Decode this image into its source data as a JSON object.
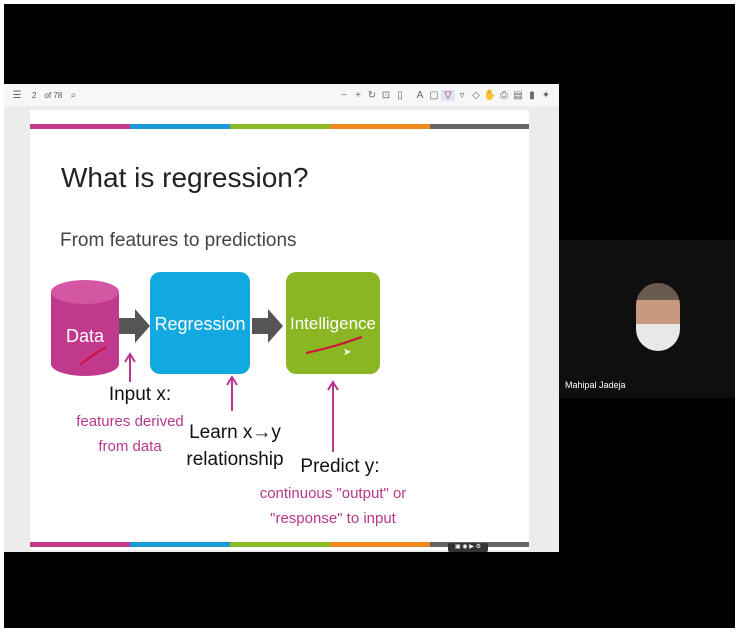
{
  "toolbar": {
    "page_number": "2",
    "page_total": "of 78",
    "icons": [
      "sidebar-toggle-icon",
      "search-icon",
      "zoom-out-icon",
      "zoom-in-icon",
      "rotate-icon",
      "fit-page-icon",
      "page-view-icon",
      "draw-icon",
      "text-icon",
      "highlight-icon",
      "pen-icon",
      "eraser-icon",
      "hand-icon",
      "print-icon",
      "save-icon",
      "bookmark-icon",
      "pin-icon"
    ]
  },
  "slide": {
    "title": "What is regression?",
    "subtitle": "From features to predictions",
    "data_label": "Data",
    "regression_label": "Regression",
    "intelligence_label": "Intelligence",
    "input_title": "Input x:",
    "input_desc_1": "features derived",
    "input_desc_2": "from data",
    "learn_1": "Learn x→y",
    "learn_2": "relationship",
    "predict_title": "Predict y:",
    "predict_desc_1": "continuous \"output\" or",
    "predict_desc_2": "\"response\" to input",
    "stripe_colors": [
      "#c03a8e",
      "#1a9ad6",
      "#8dbb25",
      "#f08a1c",
      "#666666"
    ]
  },
  "participant": {
    "name": "Mahipal Jadeja"
  },
  "colors": {
    "magenta": "#c0398c",
    "blue": "#11a9df",
    "green": "#89b622",
    "annotation_red": "#d0103a",
    "pink_text": "#b8378c"
  }
}
